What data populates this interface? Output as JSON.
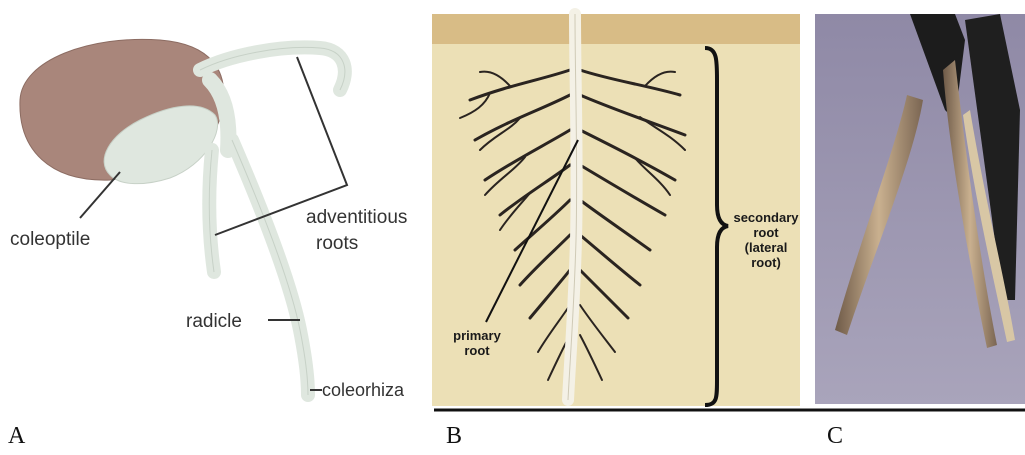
{
  "panels": [
    {
      "letter": "A",
      "labels": {
        "coleoptile": "coleoptile",
        "adventitious_line1": "adventitious",
        "adventitious_line2": "roots",
        "radicle": "radicle",
        "coleorhiza": "coleorhiza"
      }
    },
    {
      "letter": "B",
      "labels": {
        "primary_line1": "primary",
        "primary_line2": "root",
        "secondary_line1": "secondary",
        "secondary_line2": "root",
        "secondary_line3": "(lateral",
        "secondary_line4": "root)"
      }
    },
    {
      "letter": "C"
    }
  ],
  "colors": {
    "seed": "#a9867b",
    "seedling": "#dfe7df",
    "soil": "#ece0b6",
    "roots": "#2a2420",
    "photo_background": "#9d98b2"
  }
}
